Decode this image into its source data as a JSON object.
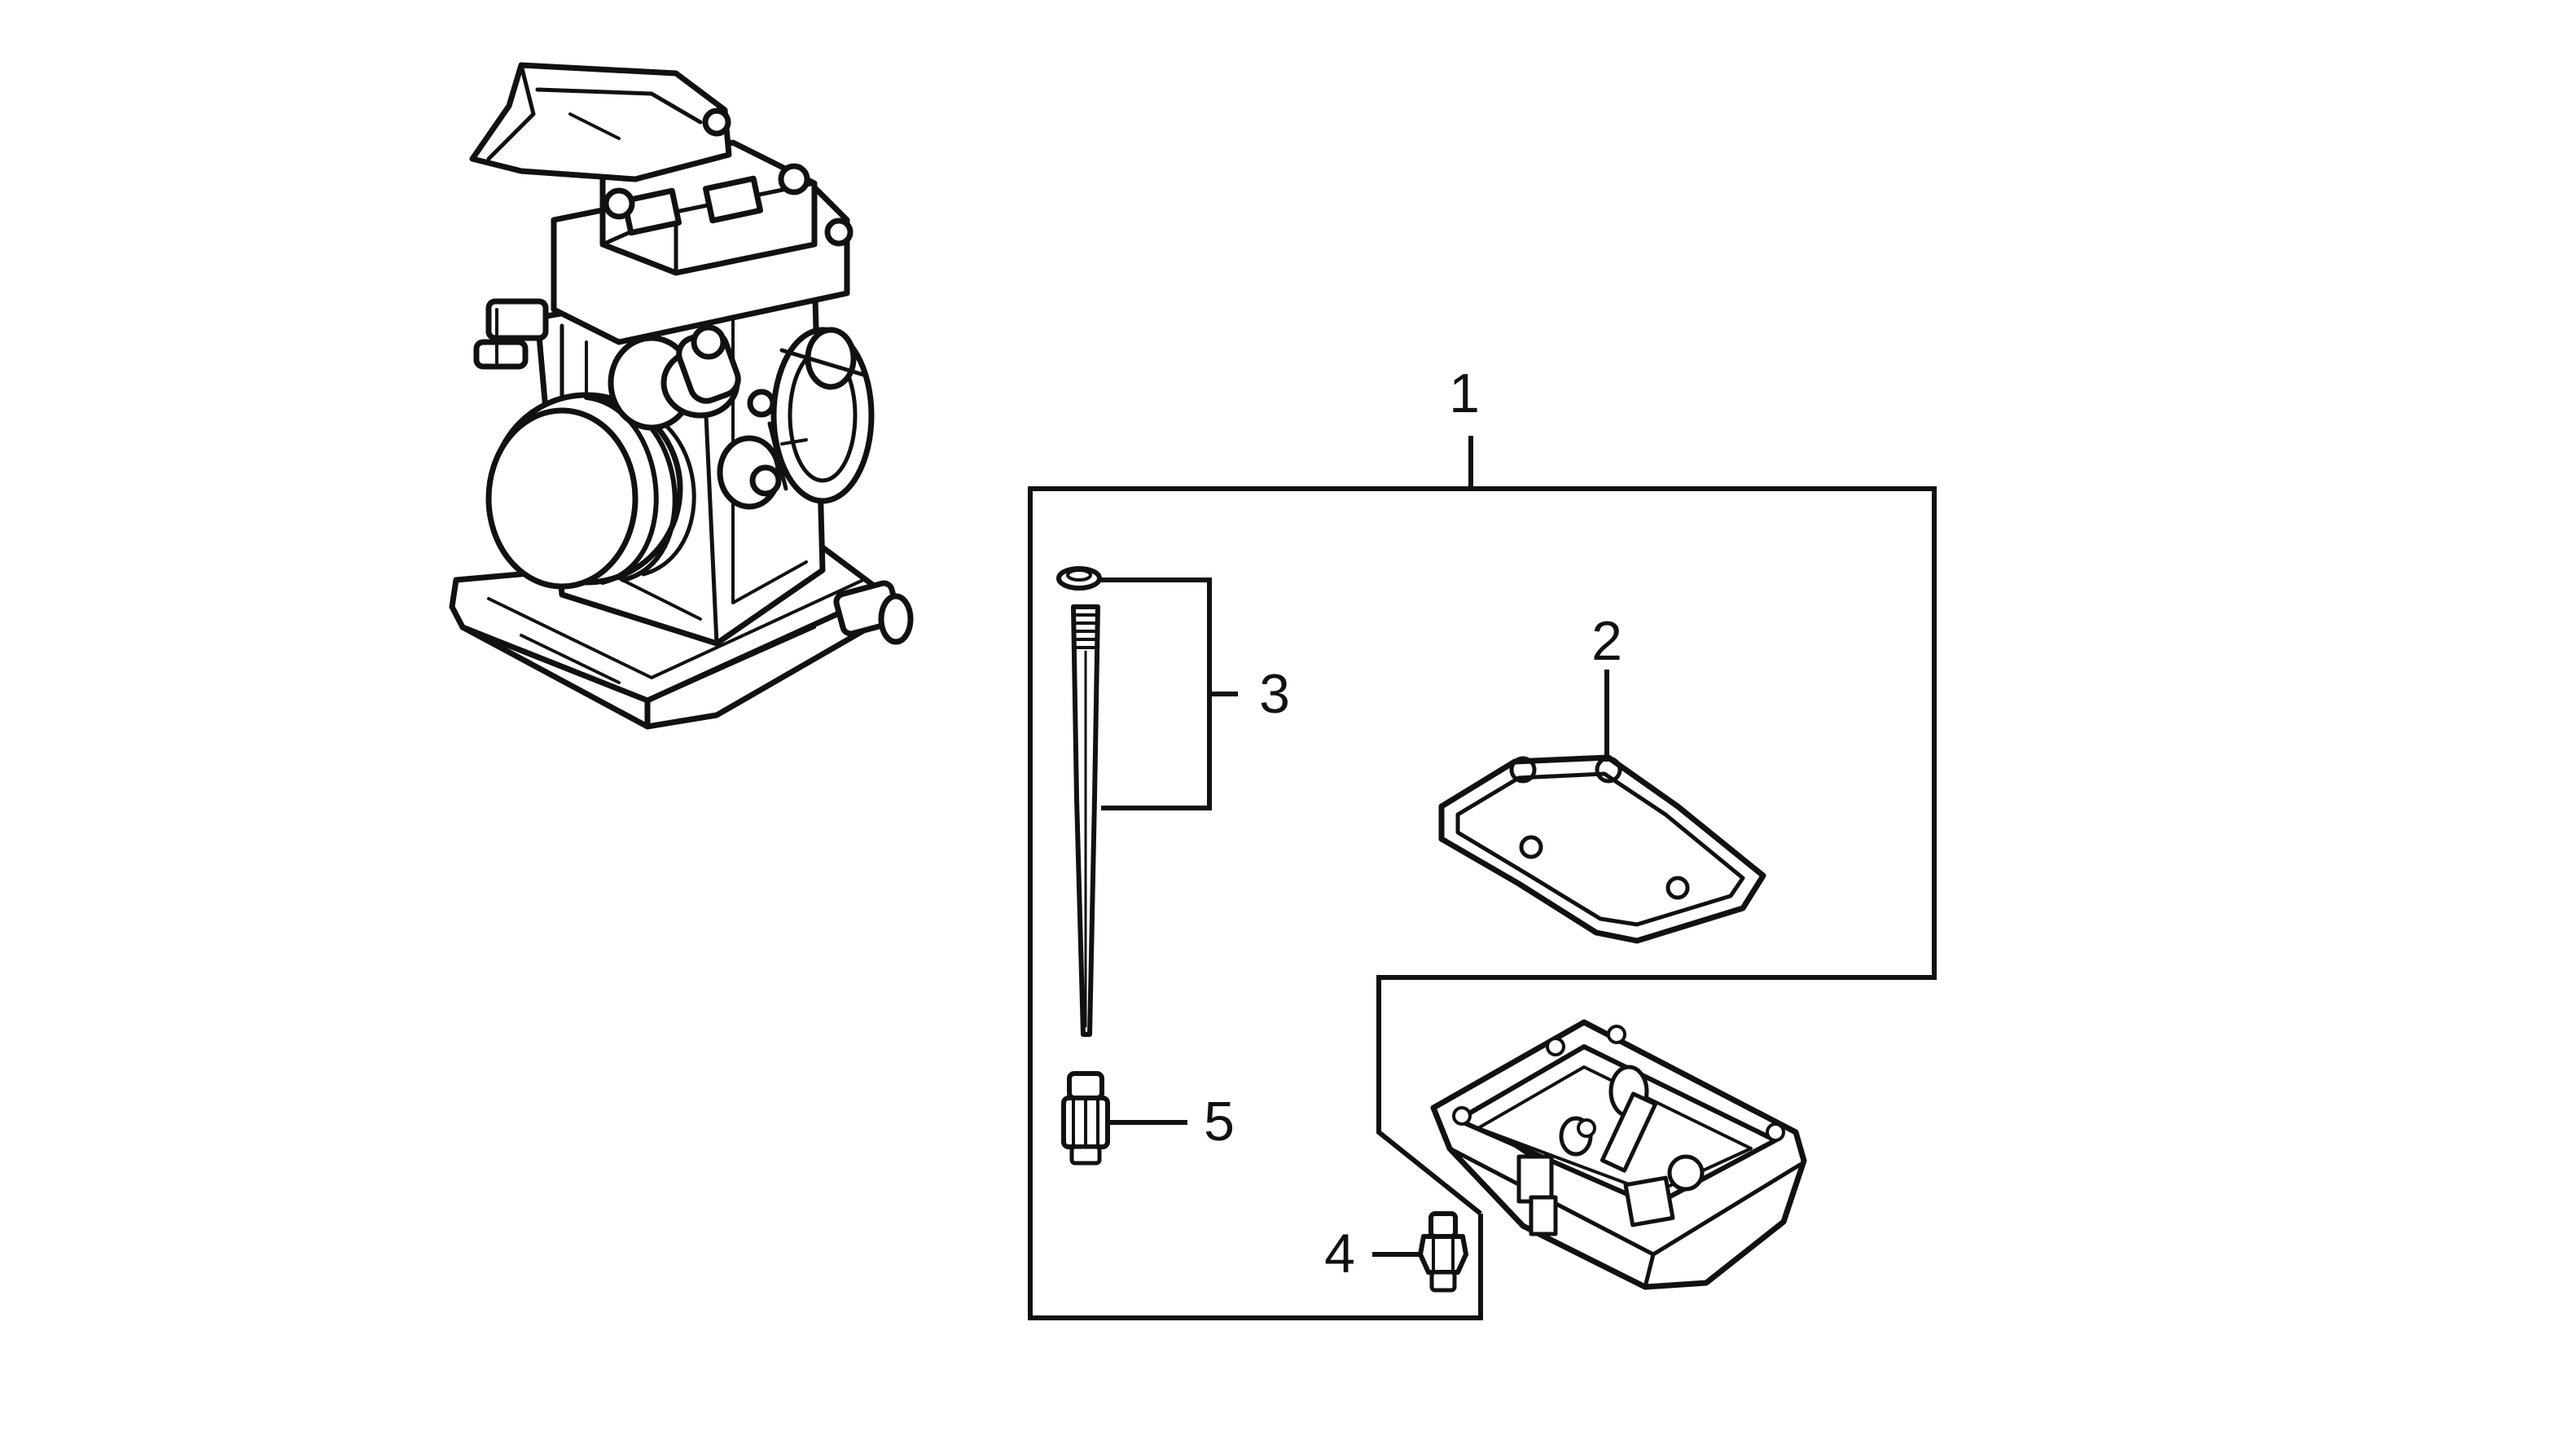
{
  "diagram": {
    "callouts": [
      {
        "id": "1",
        "label": "1"
      },
      {
        "id": "2",
        "label": "2"
      },
      {
        "id": "3",
        "label": "3"
      },
      {
        "id": "4",
        "label": "4"
      },
      {
        "id": "5",
        "label": "5"
      }
    ],
    "ink_color": "#111111",
    "background_color": "#ffffff",
    "parts": [
      {
        "name": "carburetor-assembly-illustration"
      },
      {
        "name": "float-chamber-gasket"
      },
      {
        "name": "jet-needle-set"
      },
      {
        "name": "float-chamber-screw"
      },
      {
        "name": "jet-holder"
      },
      {
        "name": "float-chamber-body"
      }
    ]
  }
}
